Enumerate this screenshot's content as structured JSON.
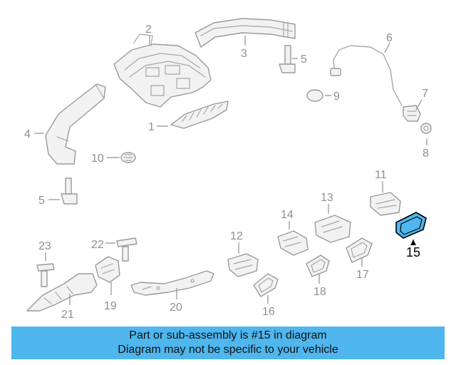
{
  "diagram": {
    "callouts": [
      "1",
      "2",
      "3",
      "4",
      "5",
      "5",
      "6",
      "7",
      "8",
      "9",
      "10",
      "11",
      "12",
      "13",
      "14",
      "15",
      "16",
      "17",
      "18",
      "19",
      "20",
      "21",
      "22",
      "23"
    ],
    "highlight_color": "#4fb6ee"
  },
  "banner": {
    "line1": "Part or sub-assembly is #15 in diagram",
    "line2": "Diagram may not be specific to your vehicle",
    "background": "#4fb6ee"
  }
}
